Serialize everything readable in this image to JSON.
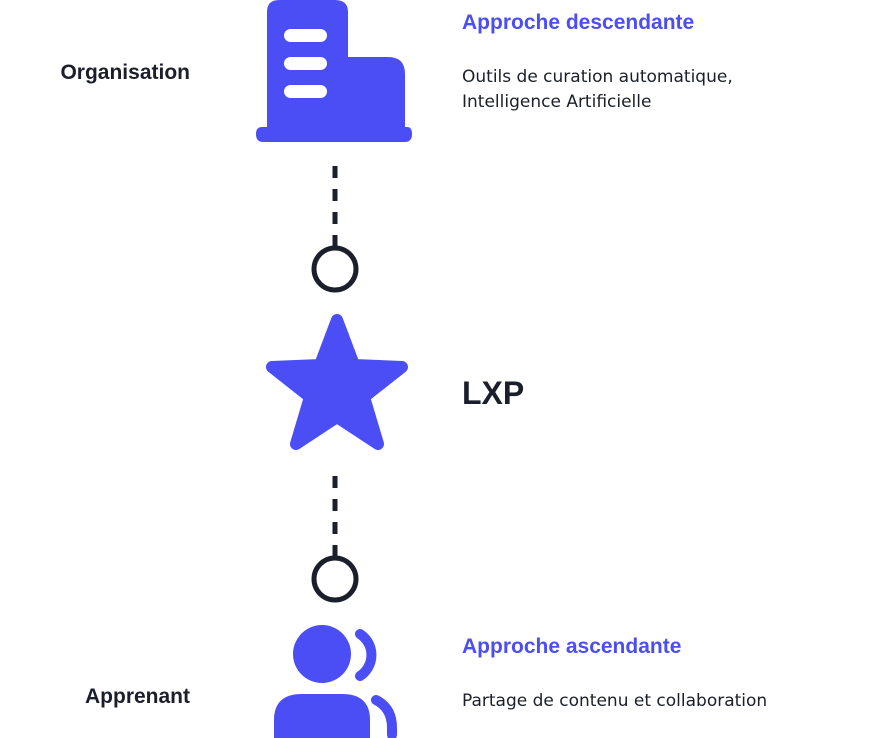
{
  "top": {
    "side_label": "Organisation",
    "heading": "Approche descendante",
    "description_lines": [
      "Outils de curation automatique,",
      "Intelligence Artificielle"
    ],
    "icon": "building-icon"
  },
  "middle": {
    "label": "LXP",
    "icon": "star-icon"
  },
  "bottom": {
    "side_label": "Apprenant",
    "heading": "Approche ascendante",
    "description": "Partage de contenu et collaboration",
    "icon": "user-voice-icon"
  },
  "colors": {
    "accent": "#4b4ef5",
    "text": "#1b1f2b"
  }
}
